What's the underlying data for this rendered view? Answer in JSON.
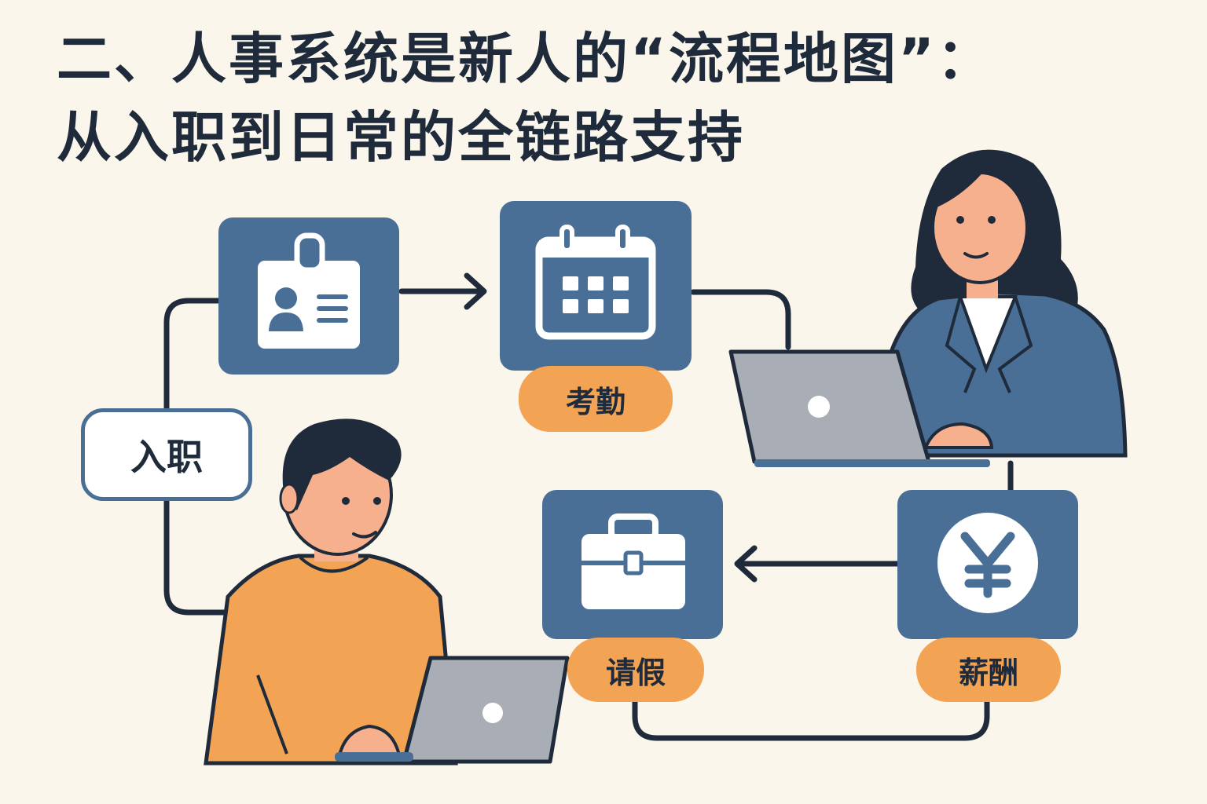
{
  "title": {
    "line1": "二、人事系统是新人的“流程地图”：",
    "line2": "从入职到日常的全链路支持"
  },
  "steps": {
    "onboarding": {
      "label": "入职",
      "icon": "id-badge-icon"
    },
    "attendance": {
      "label": "考勤",
      "icon": "calendar-icon"
    },
    "payroll": {
      "label": "薪酬",
      "icon": "yen-coin-icon"
    },
    "leave": {
      "label": "请假",
      "icon": "briefcase-icon"
    }
  },
  "colors": {
    "background": "#fbf6ec",
    "tile": "#4a6f96",
    "accent_orange": "#f2a454",
    "ink": "#1f2b3b",
    "laptop": "#a9adb6"
  }
}
